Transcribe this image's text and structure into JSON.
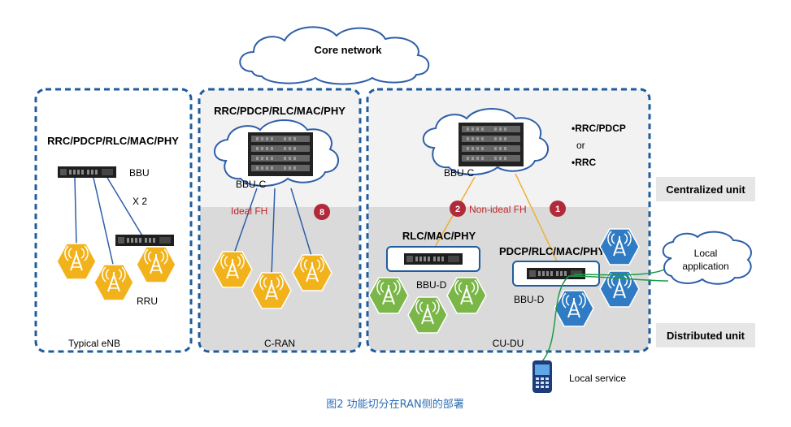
{
  "core_network": "Core network",
  "typical_enb": {
    "stack": "RRC/PDCP/RLC/MAC/PHY",
    "bbu": "BBU",
    "multiplier": "X 2",
    "rru": "RRU",
    "title": "Typical eNB"
  },
  "c_ran": {
    "stack": "RRC/PDCP/RLC/MAC/PHY",
    "bbu": "BBU-C",
    "fronthaul": "Ideal FH",
    "badge": "8",
    "title": "C-RAN"
  },
  "cu_du": {
    "bbu_c": "BBU-C",
    "option_1": "•RRC/PDCP",
    "option_or": "or",
    "option_2": "•RRC",
    "fronthaul": "Non-ideal FH",
    "badge_left": "2",
    "badge_right": "1",
    "du_left_stack": "RLC/MAC/PHY",
    "du_left_label": "BBU-D",
    "du_right_stack": "PDCP/RLC/MAC/PHY",
    "du_right_label": "BBU-D",
    "title": "CU-DU"
  },
  "centralized_unit": "Centralized unit",
  "distributed_unit": "Distributed unit",
  "local_application_line1": "Local",
  "local_application_line2": "application",
  "local_service": "Local service",
  "caption": "图2  功能切分在RAN侧的部署",
  "colors": {
    "dash_blue": "#1f5c9e",
    "hex_yellow": "#f2b21c",
    "hex_green": "#7ab648",
    "hex_blue": "#2f7cc4",
    "badge_red": "#b02a3a",
    "link_orange": "#f0b030",
    "link_blue": "#2f5ea8",
    "link_green": "#1e9a4a"
  }
}
